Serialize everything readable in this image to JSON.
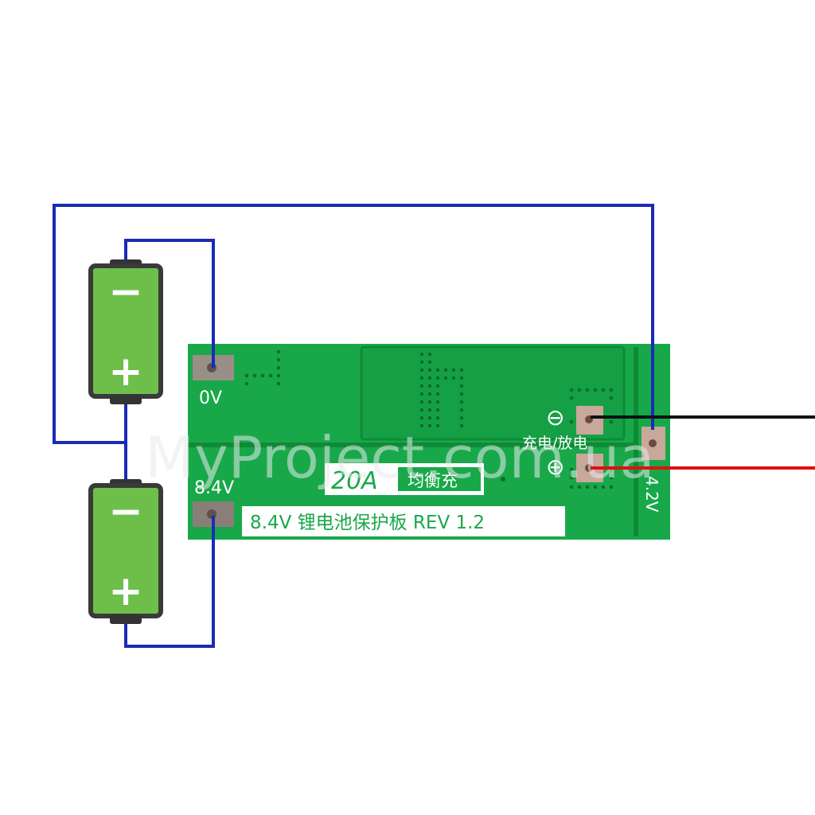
{
  "diagram": {
    "board": {
      "pad_0v_label": "0V",
      "pad_8_4v_label": "8.4V",
      "badge_current": "20A",
      "badge_balance": "均衡充",
      "title_strip": "8.4V 锂电池保护板 REV 1.2",
      "charge_discharge_label": "充电/放电",
      "side_voltage_label": "4.2V",
      "minus_symbol": "⊖",
      "plus_symbol": "⊕"
    },
    "watermark": "MyProject.com.ua",
    "cells": [
      {
        "top_sign": "−",
        "bottom_sign": "+"
      },
      {
        "top_sign": "−",
        "bottom_sign": "+"
      }
    ],
    "colors": {
      "pcb_green": "#18a84a",
      "pcb_dark": "#11903b",
      "wire_blue": "#1a2bb5",
      "wire_red": "#e01010",
      "wire_black": "#111111",
      "cell_green": "#6dbf4a",
      "cell_outline": "#3a3a3a"
    }
  }
}
